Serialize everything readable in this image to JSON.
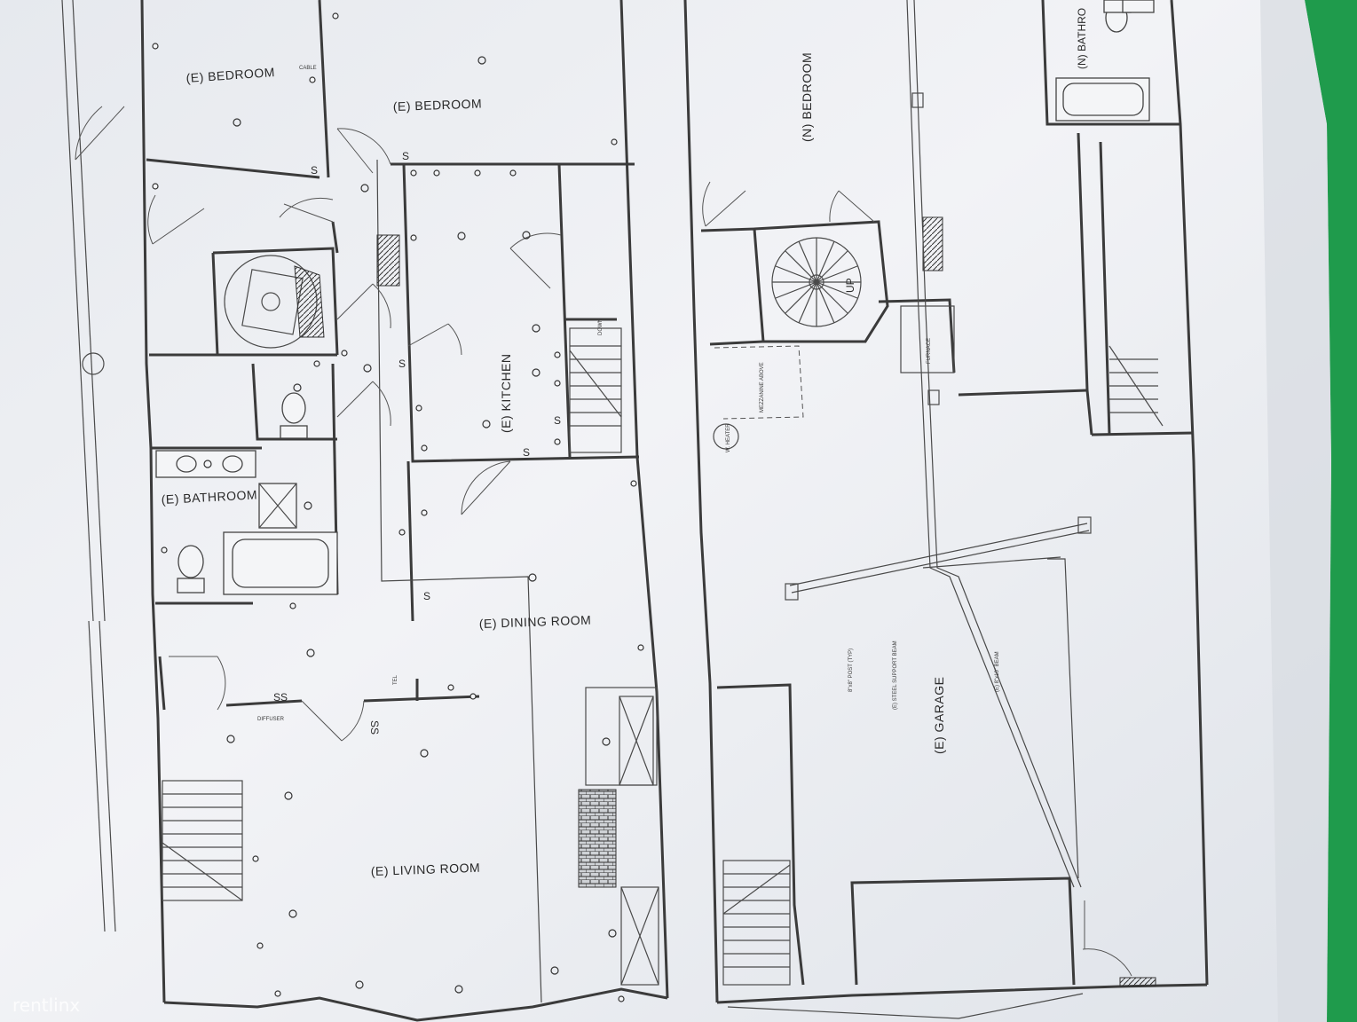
{
  "rooms": {
    "bedroom_1": "(E) BEDROOM",
    "bedroom_2": "(E) BEDROOM",
    "kitchen": "(E) KITCHEN",
    "bathroom": "(E) BATHROOM",
    "dining_room": "(E) DINING ROOM",
    "living_room": "(E) LIVING ROOM",
    "new_bedroom": "(N) BEDROOM",
    "new_bathroom": "(N) BATHRO",
    "garage": "(E) GARAGE"
  },
  "annotations": {
    "stair_up": "UP",
    "outlet": "S",
    "switches": "SS",
    "stair_down": "DOWN",
    "diffuser": "DIFFUSER",
    "furnace": "FURNACE",
    "cable": "CABLE",
    "tel": "TEL",
    "beam_1": "(E) STEEL SUPPORT BEAM",
    "beam_2": "(E) 8\"x10\" BEAM",
    "post": "8\"x8\" POST (TYP)",
    "mezzanine": "MEZZANINE ABOVE",
    "water_heater": "W. HEATER"
  },
  "watermark": "rentlinx",
  "colors": {
    "paper": "#eef0f3",
    "line": "#3b3b3b",
    "folder": "#1f9b4c"
  }
}
